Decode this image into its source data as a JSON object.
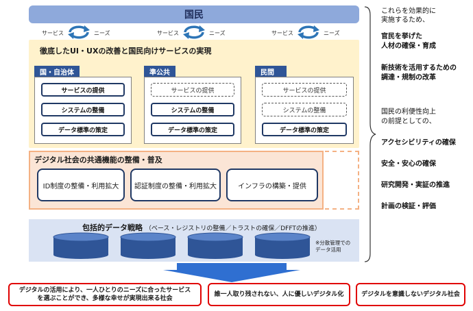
{
  "top": {
    "title": "国民"
  },
  "cycles": [
    {
      "left": "サービス",
      "right": "ニーズ"
    },
    {
      "left": "サービス",
      "right": "ニーズ"
    },
    {
      "left": "サービス",
      "right": "ニーズ"
    }
  ],
  "yellow": {
    "title": "徹底したUI・UXの改善と国民向けサービスの実現",
    "columns": [
      {
        "head": "国・自治体",
        "items": [
          {
            "label": "サービスの提供",
            "style": "solid"
          },
          {
            "label": "システムの整備",
            "style": "solid"
          },
          {
            "label": "データ標準の策定",
            "style": "solid"
          }
        ]
      },
      {
        "head": "準公共",
        "items": [
          {
            "label": "サービスの提供",
            "style": "dashed"
          },
          {
            "label": "システムの整備",
            "style": "solid"
          },
          {
            "label": "データ標準の策定",
            "style": "solid"
          }
        ]
      },
      {
        "head": "民間",
        "items": [
          {
            "label": "サービスの提供",
            "style": "dashed"
          },
          {
            "label": "システムの整備",
            "style": "dashed"
          },
          {
            "label": "データ標準の策定",
            "style": "solid"
          }
        ]
      }
    ]
  },
  "orange": {
    "title": "デジタル社会の共通機能の整備・普及",
    "boxes": [
      "ID制度の整備・利用拡大",
      "認証制度の整備・利用拡大",
      "インフラの構築・提供"
    ]
  },
  "data": {
    "title": "包括的データ戦略",
    "subtitle": "（ベース・レジストリの整備／トラストの確保／DFFTの推進）",
    "note_line1": "※分散管理での",
    "note_line2": "データ活用"
  },
  "right": {
    "intro1": "これらを効果的に",
    "intro2": "実施するため、",
    "item1_line1": "官民を挙げた",
    "item1_line2": "人材の確保・育成",
    "item2_line1": "新技術を活用するための",
    "item2_line2": "調達・規制の改革",
    "intro3": "国民の利便性向上",
    "intro4": "の前提としての、",
    "item3": "アクセシビリティの確保",
    "item4": "安全・安心の確保",
    "item5": "研究開発・実証の推進",
    "item6": "計画の検証・評価"
  },
  "goals": {
    "g1_line1": "デジタルの活用により、一人ひとりのニーズに合ったサービス",
    "g1_line2": "を選ぶことができ、多様な幸せが実現出来る社会",
    "g2": "誰一人取り残されない、人に優しいデジタル化",
    "g3": "デジタルを意識しないデジタル社会"
  },
  "colors": {
    "navy": "#1f3864",
    "head_blue": "#2f5597",
    "top_bar": "#8ea9db",
    "yellow_bg": "#fff2cc",
    "orange_bg": "#fbe5d6",
    "data_bg": "#dae3f3",
    "goal_red": "#e00000",
    "arrow_blue": "#2f6fd1"
  }
}
